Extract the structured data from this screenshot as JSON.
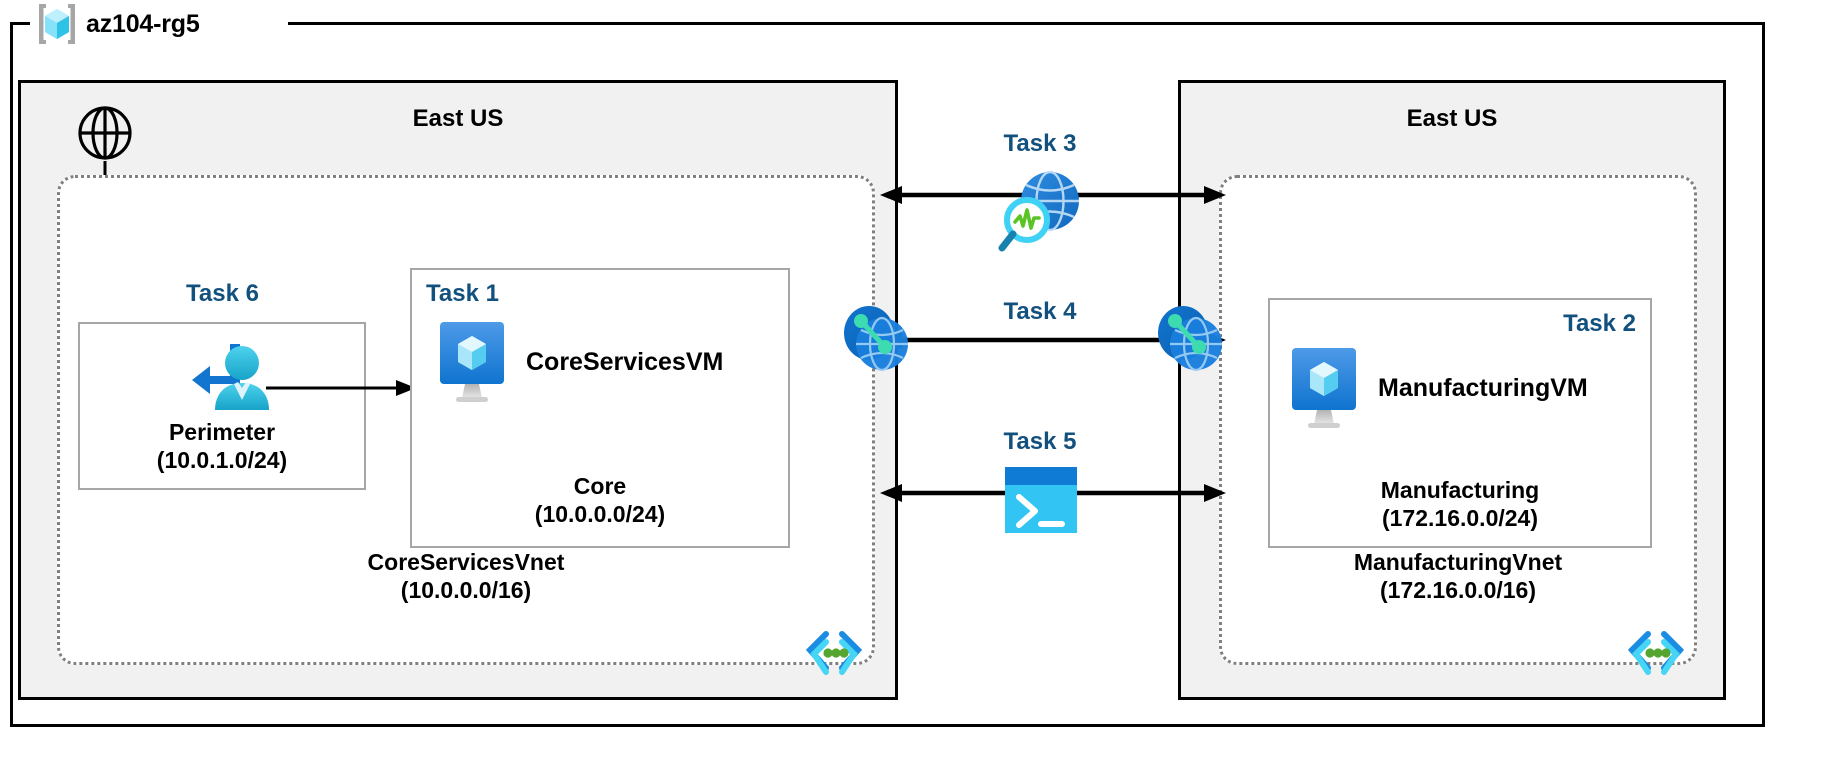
{
  "diagram": {
    "title": "az104-rg5",
    "resource_group_icon": "azure-resource-group-icon",
    "colors": {
      "task_label": "#12507e",
      "region_fill": "#f1f1f1",
      "vnet_border": "#808080",
      "subnet_border": "#a6a6a6",
      "vm_blue": "#1b78d4",
      "peering_blue": "#0b6fc4",
      "peering_accent": "#3ddbb0",
      "shell_cyan": "#32c5f4",
      "shell_header": "#0f7bd4",
      "person_cyan": "#2bbfe3",
      "watcher_green": "#5bc425",
      "subnet_bracket_blue": "#1b8ce3",
      "subnet_bracket_cyan": "#46d5f5",
      "subnet_dot_green": "#55a630"
    }
  },
  "regions": [
    {
      "id": "region-left",
      "title": "East US",
      "internet_icon": "globe-icon",
      "vnet": {
        "name": "CoreServicesVnet",
        "cidr": "(10.0.0.0/16)",
        "subnet_icon": "subnet-brackets-icon",
        "subnets": [
          {
            "id": "subnet-perimeter",
            "task": "Task 6",
            "icon": "user-route-icon",
            "name": "Perimeter",
            "cidr": "(10.0.1.0/24)"
          },
          {
            "id": "subnet-core",
            "task": "Task 1",
            "icon": "virtual-machine-icon",
            "vm_name": "CoreServicesVM",
            "name": "Core",
            "cidr": "(10.0.0.0/24)"
          }
        ]
      }
    },
    {
      "id": "region-right",
      "title": "East US",
      "vnet": {
        "name": "ManufacturingVnet",
        "cidr": "(172.16.0.0/16)",
        "subnet_icon": "subnet-brackets-icon",
        "subnets": [
          {
            "id": "subnet-manufacturing",
            "task": "Task 2",
            "icon": "virtual-machine-icon",
            "vm_name": "ManufacturingVM",
            "name": "Manufacturing",
            "cidr": "(172.16.0.0/24)"
          }
        ]
      }
    }
  ],
  "connections": [
    {
      "id": "task3",
      "label": "Task 3",
      "icon": "network-watcher-icon",
      "arrow": "double-headed"
    },
    {
      "id": "task4",
      "label": "Task 4",
      "icon": "vnet-peering-icon",
      "arrow": "double-headed"
    },
    {
      "id": "task5",
      "label": "Task 5",
      "icon": "cloud-shell-icon",
      "arrow": "double-headed"
    }
  ],
  "peering_endpoints": [
    {
      "id": "peering-left",
      "icon": "vnet-peering-icon"
    },
    {
      "id": "peering-right",
      "icon": "vnet-peering-icon"
    }
  ]
}
